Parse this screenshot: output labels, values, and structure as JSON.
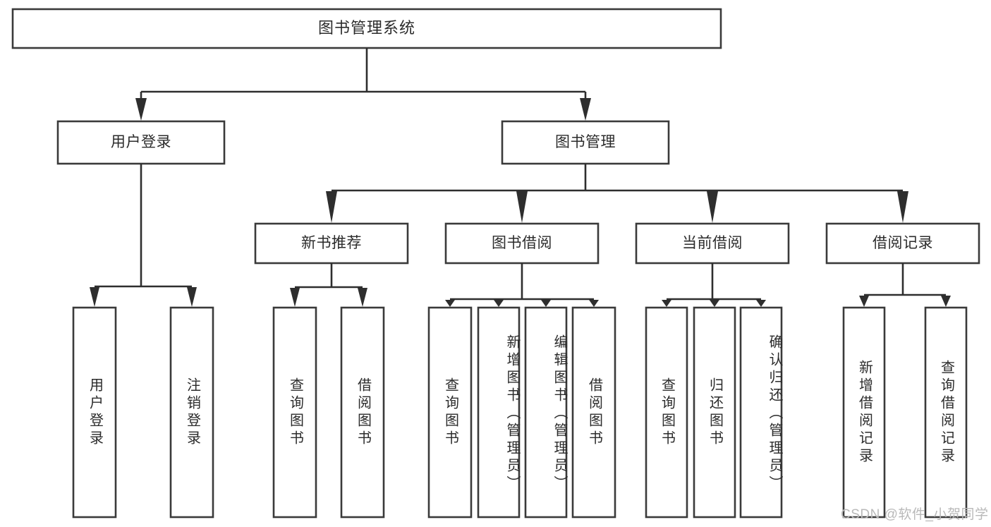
{
  "diagram": {
    "type": "tree",
    "title": "图书管理系统",
    "watermark": "CSDN @软件_小贺同学",
    "colors": {
      "background": "#ffffff",
      "box_stroke": "#3a3a3a",
      "connector": "#2e2e2e",
      "text": "#2b2b2b",
      "watermark": "#b9b9b9"
    },
    "root": {
      "label": "图书管理系统",
      "orientation": "horizontal"
    },
    "level2": [
      {
        "label": "用户登录",
        "orientation": "horizontal"
      },
      {
        "label": "图书管理",
        "orientation": "horizontal"
      }
    ],
    "level3": [
      {
        "label": "新书推荐",
        "orientation": "horizontal"
      },
      {
        "label": "图书借阅",
        "orientation": "horizontal"
      },
      {
        "label": "当前借阅",
        "orientation": "horizontal"
      },
      {
        "label": "借阅记录",
        "orientation": "horizontal"
      }
    ],
    "leaves": {
      "user_login": [
        {
          "label": "用户登录",
          "orientation": "vertical"
        },
        {
          "label": "注销登录",
          "orientation": "vertical"
        }
      ],
      "new_book_recommend": [
        {
          "label": "查询图书",
          "orientation": "vertical"
        },
        {
          "label": "借阅图书",
          "orientation": "vertical"
        }
      ],
      "book_borrow": [
        {
          "label": "查询图书",
          "orientation": "vertical"
        },
        {
          "label": "新增图书（管理员）",
          "orientation": "vertical"
        },
        {
          "label": "编辑图书（管理员）",
          "orientation": "vertical"
        },
        {
          "label": "借阅图书",
          "orientation": "vertical"
        }
      ],
      "current_borrow": [
        {
          "label": "查询图书",
          "orientation": "vertical"
        },
        {
          "label": "归还图书",
          "orientation": "vertical"
        },
        {
          "label": "确认归还（管理员）",
          "orientation": "vertical"
        }
      ],
      "borrow_record": [
        {
          "label": "新增借阅记录",
          "orientation": "vertical"
        },
        {
          "label": "查询借阅记录",
          "orientation": "vertical"
        }
      ]
    }
  }
}
